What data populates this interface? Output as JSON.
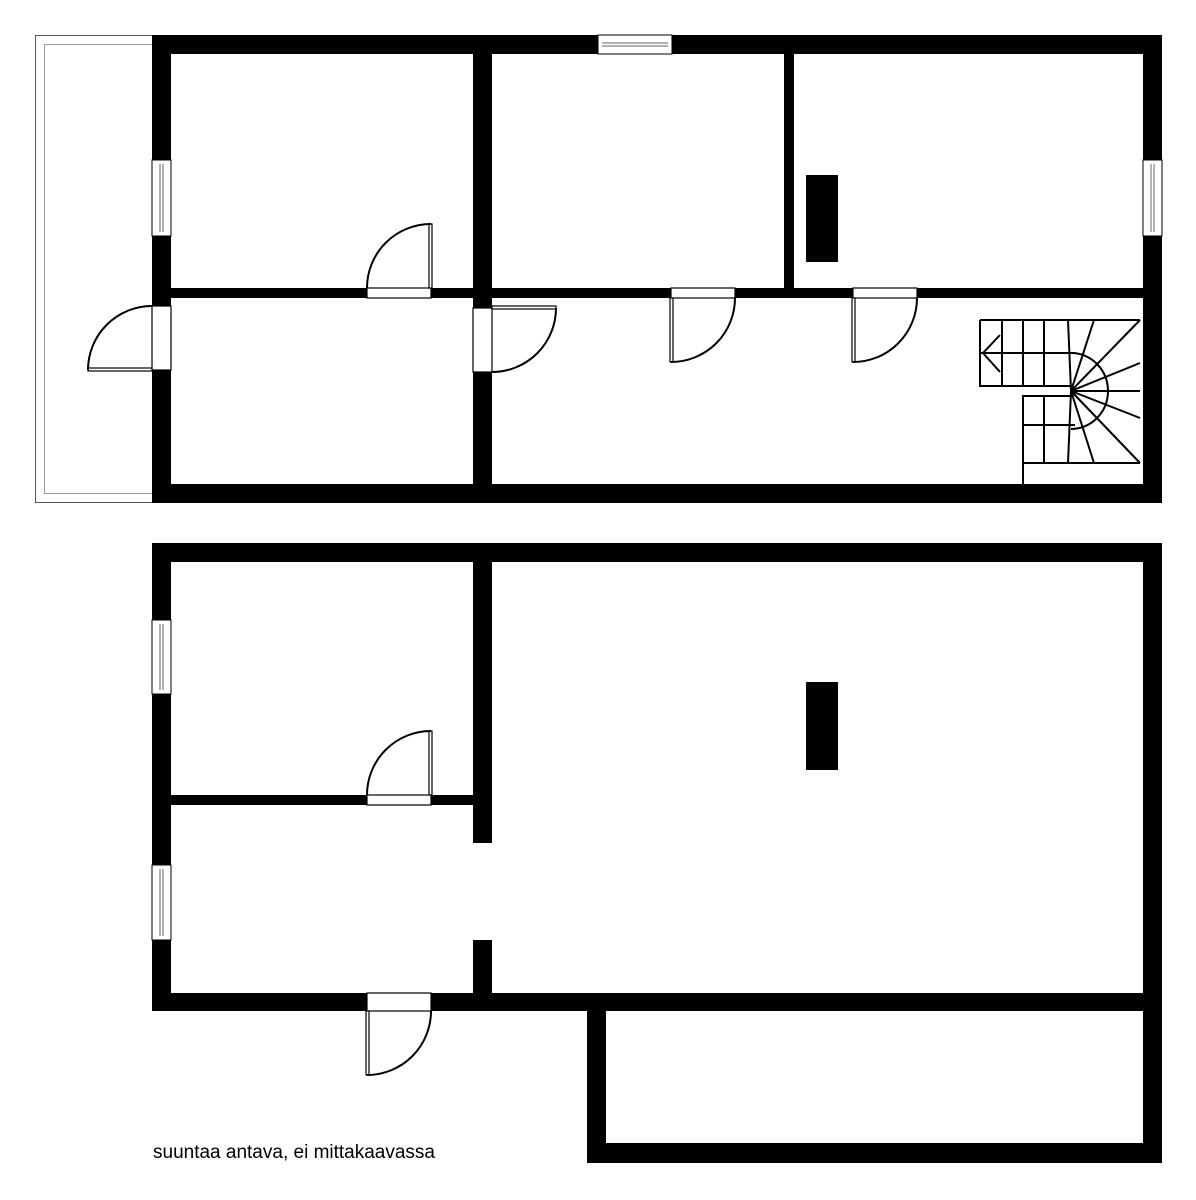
{
  "plan": {
    "floors": [
      "upper-floor",
      "lower-floor"
    ],
    "caption": "suuntaa antava, ei mittakaavassa"
  }
}
